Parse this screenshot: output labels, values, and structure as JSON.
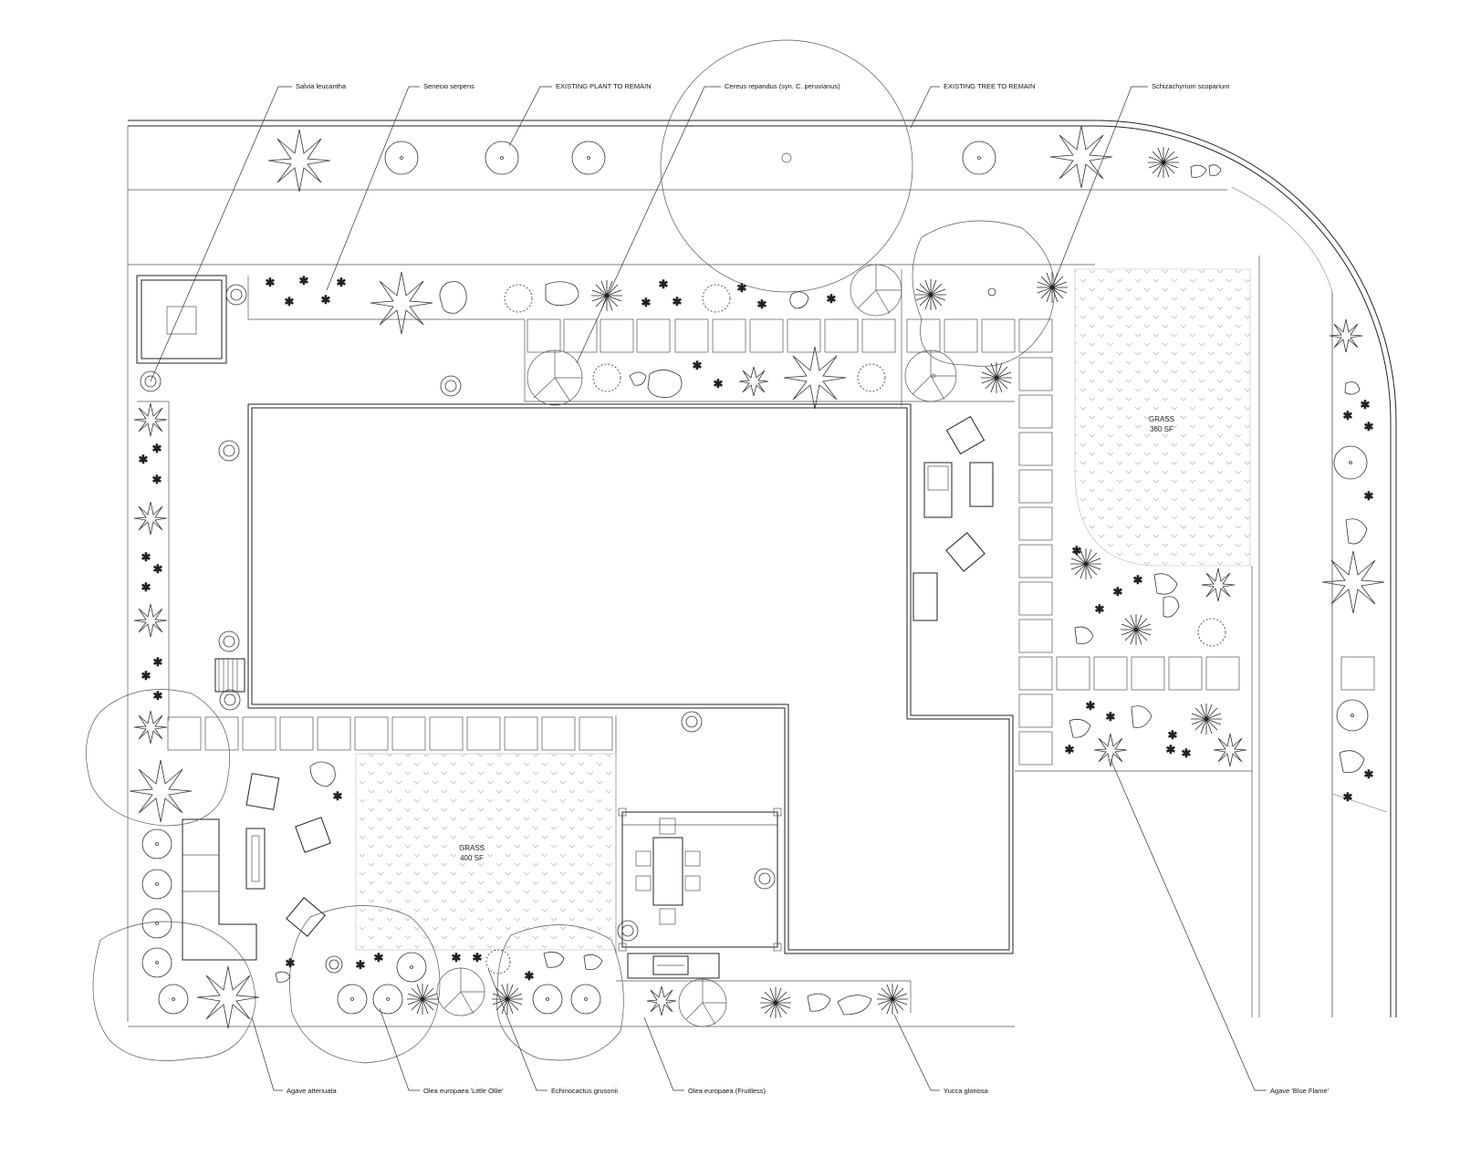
{
  "callouts_top": [
    {
      "text": "Salvia leucantha"
    },
    {
      "text": "Senecio serpens"
    },
    {
      "text": "EXISTING PLANT TO REMAIN"
    },
    {
      "text": "Cereus repandus (syn. C. peruvianus)"
    },
    {
      "text": "EXISTING TREE TO REMAIN"
    },
    {
      "text": "Schizachyrium scoparium"
    }
  ],
  "callouts_bottom": [
    {
      "text": "Agave attenuata"
    },
    {
      "text": "Olea europaea 'Little Ollie'"
    },
    {
      "text": "Echinocactus grusonii"
    },
    {
      "text": "Olea europaea (Fruitless)"
    },
    {
      "text": "Yucca gloriosa"
    },
    {
      "text": "Agave 'Blue Flame'"
    }
  ],
  "areas": {
    "grass_main": {
      "name": "GRASS",
      "size": "400 SF"
    },
    "grass_side": {
      "name": "GRASS",
      "size": "360 SF"
    }
  }
}
